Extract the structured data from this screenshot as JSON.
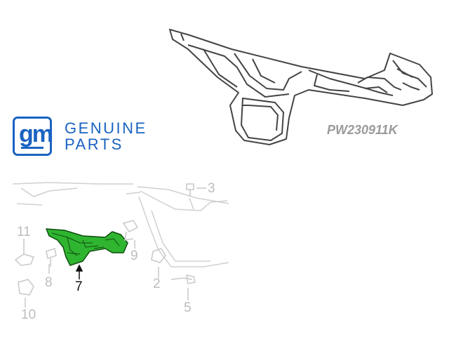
{
  "logo": {
    "monogram": "gm",
    "line1": "GENUINE",
    "line2": "PARTS"
  },
  "figure_code": "PW230911K",
  "callouts": {
    "c11": "11",
    "c8": "8",
    "c10": "10",
    "c7": "7",
    "c9": "9",
    "c2": "2",
    "c5": "5",
    "c3": "3"
  },
  "colors": {
    "brand_blue": "#1a63c2",
    "highlight_part": "#2fb52f",
    "line_art": "#444444",
    "faded_art": "#cfcfcf"
  }
}
